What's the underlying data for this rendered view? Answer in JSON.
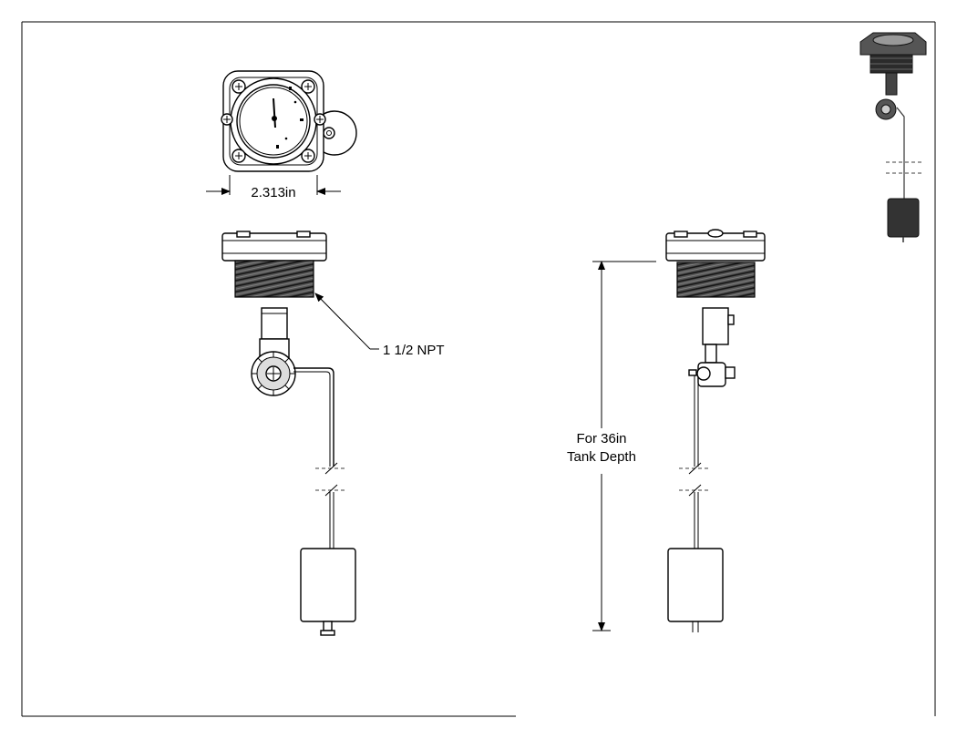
{
  "drawing": {
    "dimension_width": "2.313in",
    "thread_callout": "1 1/2 NPT",
    "depth_label_line1": "For 36in",
    "depth_label_line2": "Tank Depth"
  },
  "colors": {
    "line": "#000000",
    "thread_dark": "#3a3a3a",
    "iso_body": "#2b2b2b",
    "iso_float": "#333333"
  }
}
